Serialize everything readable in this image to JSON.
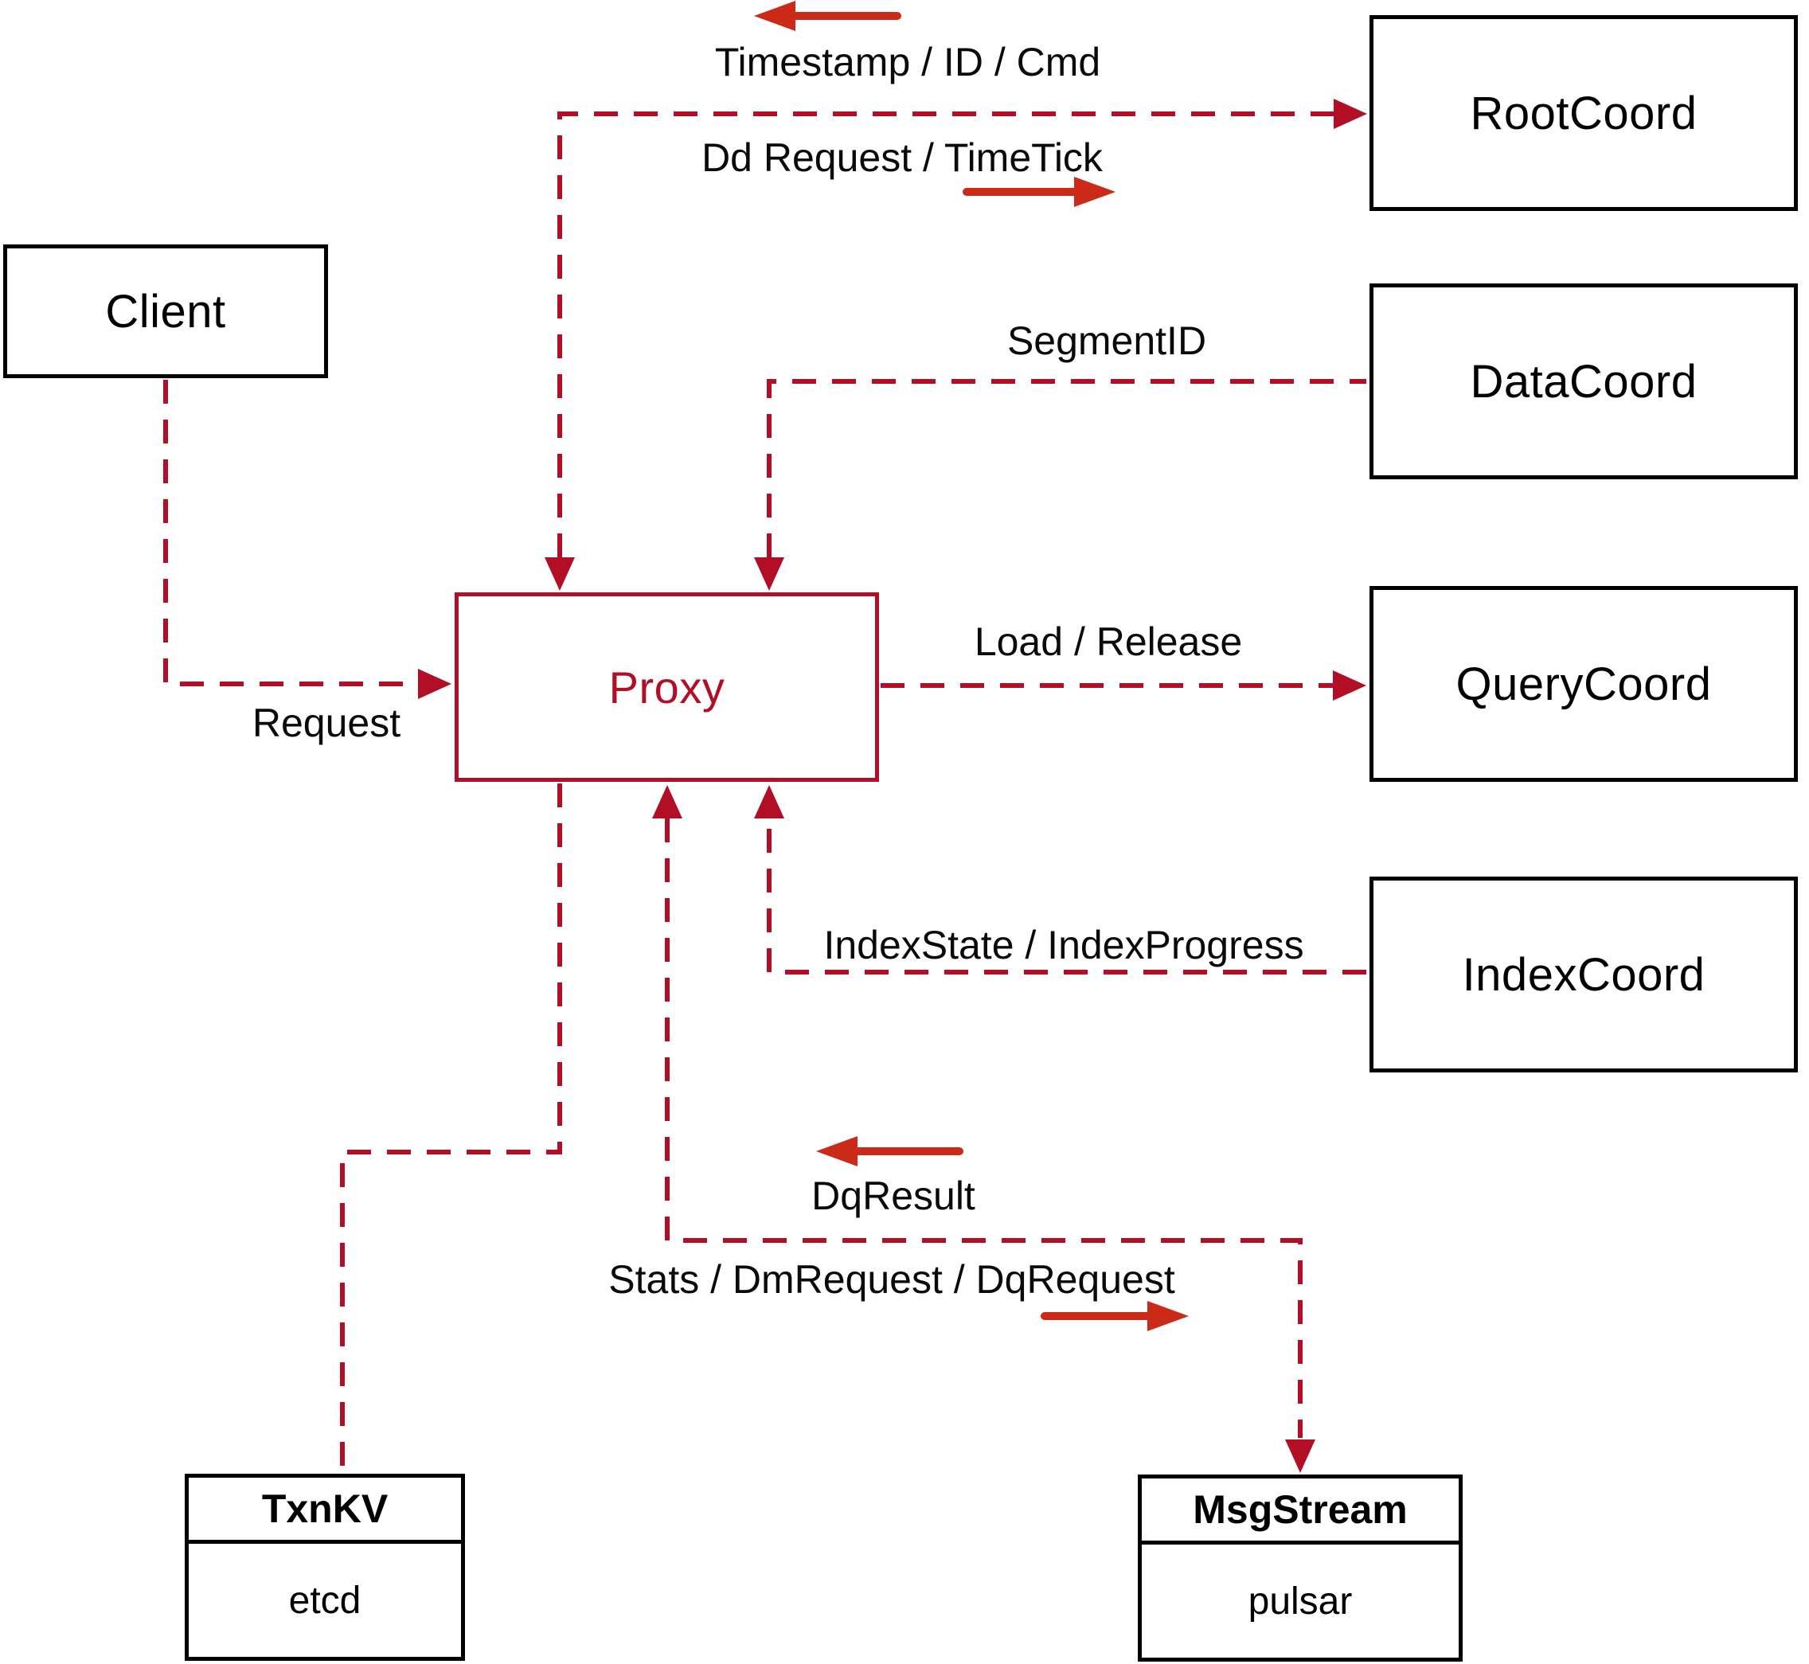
{
  "diagram": {
    "nodes": {
      "client": "Client",
      "proxy": "Proxy",
      "root_coord": "RootCoord",
      "data_coord": "DataCoord",
      "query_coord": "QueryCoord",
      "index_coord": "IndexCoord",
      "txn_kv_title": "TxnKV",
      "txn_kv_impl": "etcd",
      "msg_stream_title": "MsgStream",
      "msg_stream_impl": "pulsar"
    },
    "labels": {
      "timestamp": "Timestamp / ID / Cmd",
      "dd_request": "Dd Request / TimeTick",
      "segment_id": "SegmentID",
      "load_release": "Load / Release",
      "index_state": "IndexState / IndexProgress",
      "request": "Request",
      "dq_result": "DqResult",
      "stats": "Stats / DmRequest / DqRequest"
    },
    "colors": {
      "line_red": "#b20e26",
      "arrow_red": "#cc2a18",
      "box_border": "#000000",
      "text": "#0a0a0a"
    }
  }
}
